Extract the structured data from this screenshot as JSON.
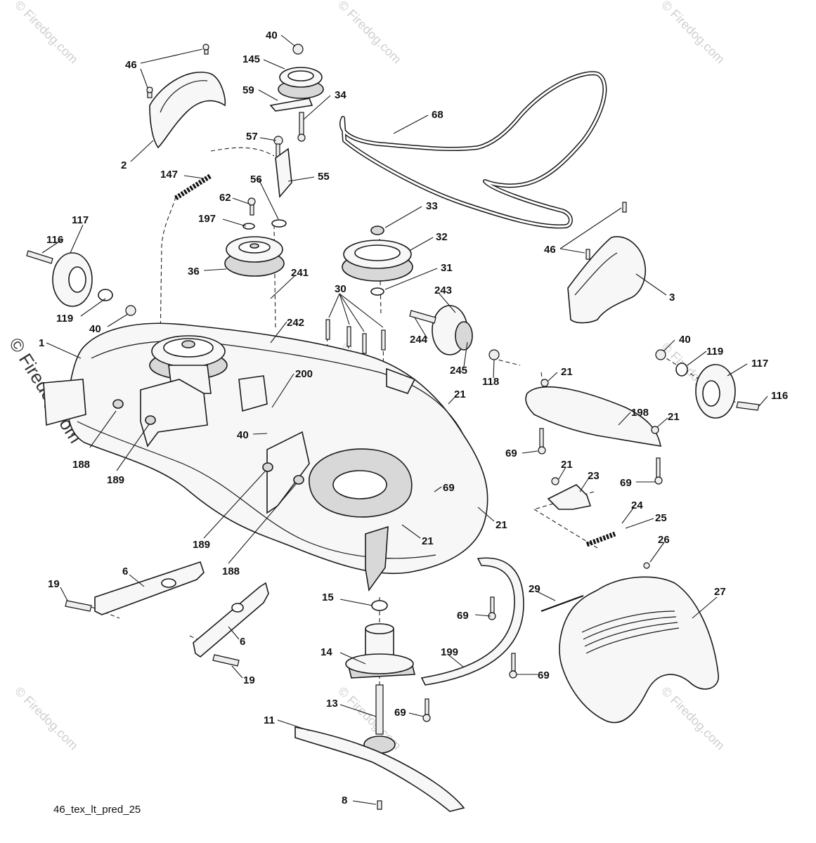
{
  "diagram_code": "46_tex_lt_pred_25",
  "watermark": "© Firedog.com",
  "callouts": {
    "c40a": "40",
    "c145": "145",
    "c46a": "46",
    "c59": "59",
    "c34": "34",
    "c68": "68",
    "c2": "2",
    "c57": "57",
    "c147": "147",
    "c55": "55",
    "c56": "56",
    "c62": "62",
    "c197": "197",
    "c33": "33",
    "c32": "32",
    "c117a": "117",
    "c116a": "116",
    "c36": "36",
    "c241": "241",
    "c31": "31",
    "c46b": "46",
    "c3": "3",
    "c119a": "119",
    "c40b": "40",
    "c30": "30",
    "c243": "243",
    "c242": "242",
    "c1": "1",
    "c244": "244",
    "c40c": "40",
    "c119b": "119",
    "c117b": "117",
    "c245": "245",
    "c118": "118",
    "c21a": "21",
    "c116b": "116",
    "c200": "200",
    "c21b": "21",
    "c198": "198",
    "c21c": "21",
    "c188a": "188",
    "c40d": "40",
    "c69a": "69",
    "c189a": "189",
    "c21d": "21",
    "c23": "23",
    "c69b": "69",
    "c69c": "69",
    "c24": "24",
    "c25": "25",
    "c21e": "21",
    "c189b": "189",
    "c21f": "21",
    "c26": "26",
    "c188b": "188",
    "c6a": "6",
    "c19a": "19",
    "c29": "29",
    "c27": "27",
    "c15": "15",
    "c69d": "69",
    "c6b": "6",
    "c14": "14",
    "c199": "199",
    "c69e": "69",
    "c19b": "19",
    "c13": "13",
    "c69f": "69",
    "c11": "11",
    "c8": "8"
  }
}
